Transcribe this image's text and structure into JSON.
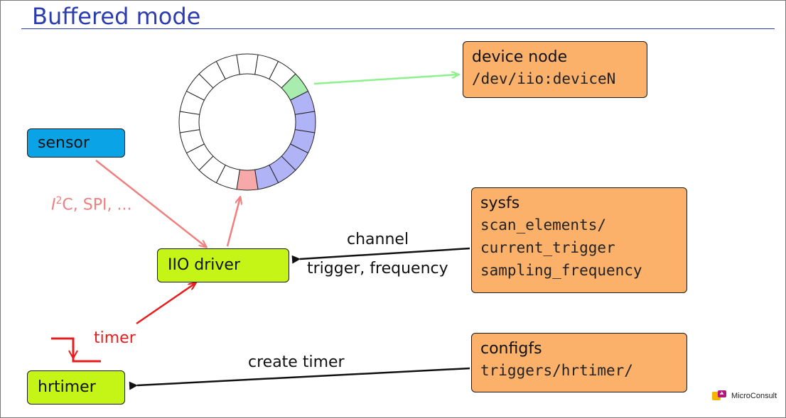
{
  "title": "Buffered mode",
  "boxes": {
    "device_node": {
      "head": "device node",
      "lines": [
        "/dev/iio:deviceN"
      ]
    },
    "sensor": {
      "label": "sensor"
    },
    "iio_driver": {
      "label": "IIO driver"
    },
    "sysfs": {
      "head": "sysfs",
      "lines": [
        "scan_elements/",
        "current_trigger",
        "sampling_frequency"
      ]
    },
    "configfs": {
      "head": "configfs",
      "lines": [
        "triggers/hrtimer/"
      ]
    },
    "hrtimer": {
      "label": "hrtimer"
    }
  },
  "labels": {
    "bus_i": "I",
    "bus_sup": "2",
    "bus_rest": "C, SPI, ...",
    "channel": "channel",
    "trigger_frequency": "trigger, frequency",
    "timer": "timer",
    "create_timer": "create timer"
  },
  "ring_buffer": {
    "segments": 20,
    "filled_green": [
      2
    ],
    "filled_blue": [
      3,
      4,
      5,
      6,
      7,
      8
    ],
    "filled_pink": [
      9
    ]
  },
  "logo": {
    "text": "MicroConsult"
  },
  "colors": {
    "title": "#2b3bb0",
    "orange": "#fbb16a",
    "lime": "#c5f516",
    "blue": "#0aa3e6",
    "green_seg": "#a8ecae",
    "blue_seg": "#b1b3f7",
    "pink_seg": "#f7a9a9",
    "green_arrow": "#8ef08e",
    "pink_arrow": "#f08080",
    "red_arrow": "#e81c1c"
  }
}
